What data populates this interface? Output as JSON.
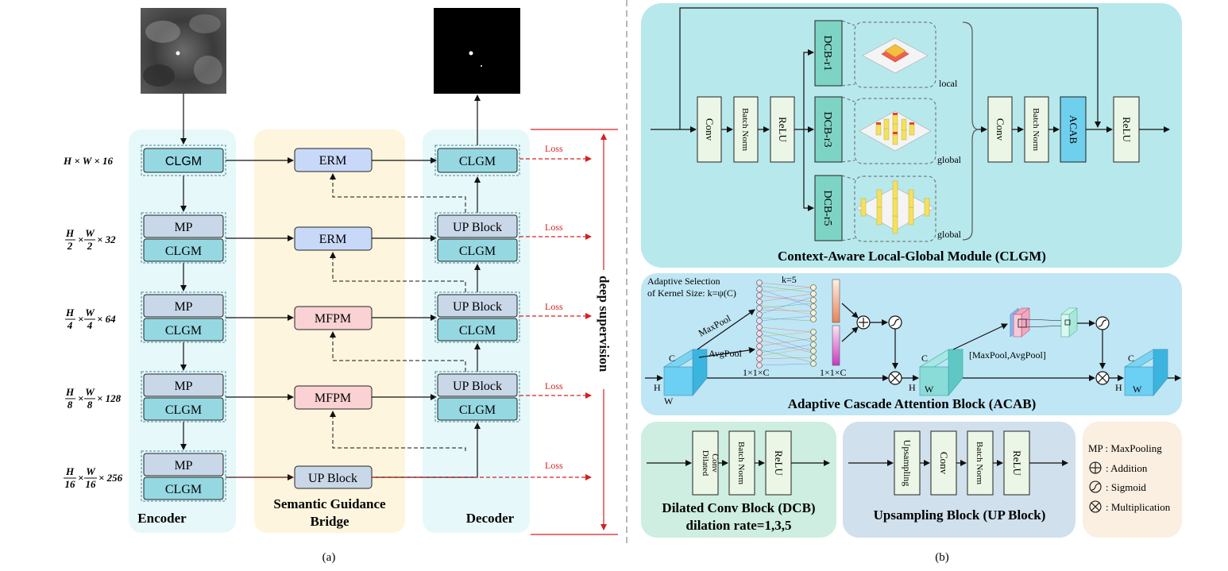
{
  "panel_a": {
    "caption": "(a)",
    "encoder": {
      "label": "Encoder",
      "blocks": [
        "CLGM",
        "MP",
        "CLGM",
        "MP",
        "CLGM",
        "MP",
        "CLGM",
        "MP",
        "CLGM"
      ]
    },
    "bridge": {
      "label_line1": "Semantic Guidance",
      "label_line2": "Bridge",
      "modules": [
        "ERM",
        "ERM",
        "MFPM",
        "MFPM",
        "UP Block"
      ]
    },
    "decoder": {
      "label": "Decoder",
      "blocks": [
        "CLGM",
        "UP Block",
        "CLGM",
        "UP Block",
        "CLGM",
        "UP Block",
        "CLGM"
      ]
    },
    "dims": {
      "d1": "H × W × 16",
      "d2": {
        "h": "H",
        "hd": "2",
        "w": "W",
        "wd": "2",
        "c": "× 32"
      },
      "d3": {
        "h": "H",
        "hd": "4",
        "w": "W",
        "wd": "4",
        "c": "× 64"
      },
      "d4": {
        "h": "H",
        "hd": "8",
        "w": "W",
        "wd": "8",
        "c": "× 128"
      },
      "d5": {
        "h": "H",
        "hd": "16",
        "w": "W",
        "wd": "16",
        "c": "× 256"
      },
      "times": "×"
    },
    "loss_label": "Loss",
    "deep_supervision": "deep supervision"
  },
  "panel_b": {
    "caption": "(b)",
    "clgm": {
      "title": "Context-Aware Local-Global Module (CLGM)",
      "conv": "Conv",
      "bn": "Batch Norm",
      "relu": "ReLU",
      "dcb1": "DCB-r1",
      "dcb3": "DCB-r3",
      "dcb5": "DCB-r5",
      "local": "local",
      "global": "global",
      "conv2": "Conv",
      "bn2": "Batch Norm",
      "acab": "ACAB",
      "relu2": "ReLU"
    },
    "acab": {
      "title": "Adaptive Cascade Attention Block (ACAB)",
      "sel1": "Adaptive Selection",
      "sel2": "of Kernel Size: k=ψ(C)",
      "k": "k=5",
      "maxpool": "MaxPool",
      "avgpool": "AvgPool",
      "c1": "1×1×C",
      "c2": "1×1×C",
      "concat": "[MaxPool,AvgPool]",
      "C": "C",
      "H": "H",
      "W": "W"
    },
    "dcb": {
      "title1": "Dilated Conv Block (DCB)",
      "title2": "dilation rate=1,3,5",
      "b1a": "Dilated",
      "b1b": "Conv",
      "b2": "Batch Norm",
      "b3": "ReLU"
    },
    "upb": {
      "title": "Upsampling Block (UP Block)",
      "b1": "Upsampling",
      "b2": "Conv",
      "b3": "Batch Norm",
      "b4": "ReLU"
    },
    "legend": {
      "mp": "MP : MaxPooling",
      "add": ": Addition",
      "sig": ": Sigmoid",
      "mul": ": Multiplication"
    }
  },
  "colors": {
    "clgm_block": "#96d8e2",
    "mp_block": "#c9d8e8",
    "erm": "#c8d8f8",
    "mfpm": "#fad2d4",
    "bridge_bg": "#fdf5dd",
    "encoder_bg": "#e6f8fa",
    "loss_red": "#d62020",
    "clgm_panel": "#b7e8ec",
    "acab_panel": "#bfe6f4",
    "dcb_panel": "#cdeee0",
    "upb_panel": "#d0e0ec",
    "legend_panel": "#faefe0",
    "dcb_green": "#7ed4c4",
    "acab_blue": "#6fd0ee"
  }
}
